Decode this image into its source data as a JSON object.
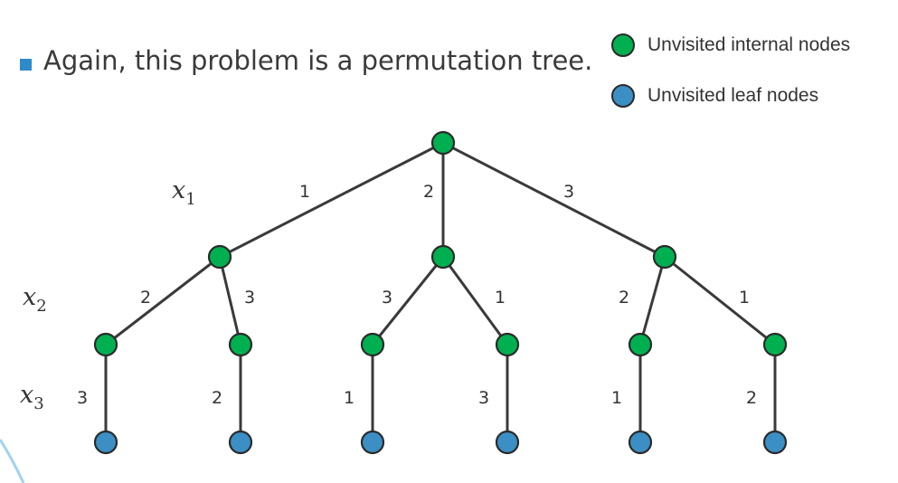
{
  "slide": {
    "bullet_text": "Again, this problem is a permutation tree."
  },
  "legend": {
    "internal": {
      "label": "Unvisited internal nodes",
      "color": "#00b050"
    },
    "leaf": {
      "label": "Unvisited leaf nodes",
      "color": "#3b8fc4"
    }
  },
  "tree": {
    "variables": [
      {
        "name": "x",
        "sub": "1"
      },
      {
        "name": "x",
        "sub": "2"
      },
      {
        "name": "x",
        "sub": "3"
      }
    ],
    "root": {
      "type": "internal",
      "children": [
        {
          "edge": "1",
          "type": "internal",
          "children": [
            {
              "edge": "2",
              "type": "internal",
              "children": [
                {
                  "edge": "3",
                  "type": "leaf"
                }
              ]
            },
            {
              "edge": "3",
              "type": "internal",
              "children": [
                {
                  "edge": "2",
                  "type": "leaf"
                }
              ]
            }
          ]
        },
        {
          "edge": "2",
          "type": "internal",
          "children": [
            {
              "edge": "3",
              "type": "internal",
              "children": [
                {
                  "edge": "1",
                  "type": "leaf"
                }
              ]
            },
            {
              "edge": "1",
              "type": "internal",
              "children": [
                {
                  "edge": "3",
                  "type": "leaf"
                }
              ]
            }
          ]
        },
        {
          "edge": "3",
          "type": "internal",
          "children": [
            {
              "edge": "2",
              "type": "internal",
              "children": [
                {
                  "edge": "1",
                  "type": "leaf"
                }
              ]
            },
            {
              "edge": "1",
              "type": "internal",
              "children": [
                {
                  "edge": "2",
                  "type": "leaf"
                }
              ]
            }
          ]
        }
      ]
    }
  }
}
